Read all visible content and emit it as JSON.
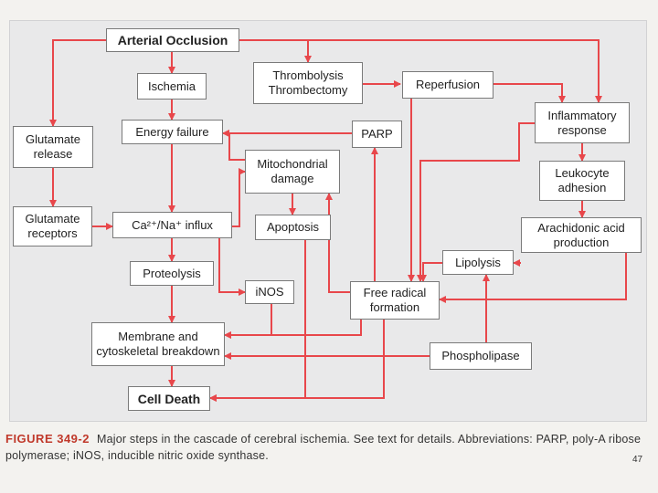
{
  "colors": {
    "arrow": "#e8474b",
    "box_border": "#7a7a7a",
    "panel": "#e9e9ea",
    "figure_label": "#c0392b"
  },
  "nodes": {
    "arterial_occlusion": "Arterial Occlusion",
    "ischemia": "Ischemia",
    "thrombolysis": "Thrombolysis\nThrombectomy",
    "reperfusion": "Reperfusion",
    "inflammatory": "Inflammatory\nresponse",
    "glutamate_release": "Glutamate\nrelease",
    "energy_failure": "Energy failure",
    "parp": "PARP",
    "mito_damage": "Mitochondrial\ndamage",
    "leukocyte": "Leukocyte\nadhesion",
    "glutamate_receptors": "Glutamate\nreceptors",
    "ca_na_influx": "Ca²⁺/Na⁺ influx",
    "apoptosis": "Apoptosis",
    "arachidonic": "Arachidonic acid\nproduction",
    "lipolysis": "Lipolysis",
    "proteolysis": "Proteolysis",
    "inos": "iNOS",
    "free_radical": "Free radical\nformation",
    "membrane": "Membrane and\ncytoskeletal breakdown",
    "phospholipase": "Phospholipase",
    "cell_death": "Cell Death"
  },
  "caption": {
    "label": "FIGURE 349-2",
    "text": "Major steps in the cascade of cerebral ischemia. See text for details. Abbreviations: PARP, poly-A ribose polymerase; iNOS, inducible nitric oxide synthase."
  },
  "page_number": "47"
}
